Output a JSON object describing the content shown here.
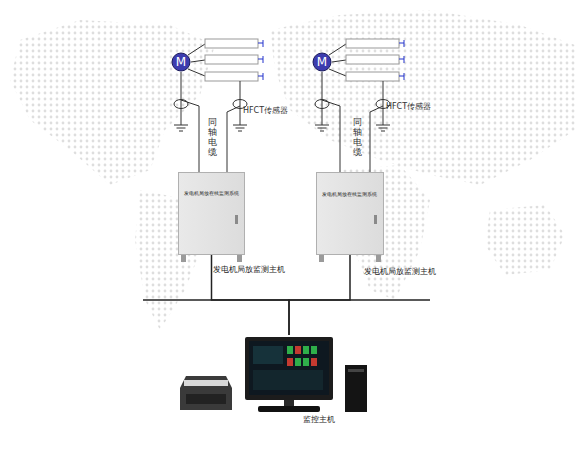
{
  "diagram": {
    "nodes": [
      {
        "text": [
          "M"
        ]
      },
      {
        "text": [
          "发电机局放在线监测系统",
          "发电机局放监测主机"
        ]
      },
      {
        "text": [
          "M"
        ]
      },
      {
        "text": [
          "发电机局放在线监测系统",
          "发电机局放监测主机"
        ]
      },
      {
        "text": [
          "监控主机"
        ]
      }
    ],
    "edges": [
      {
        "from": 0,
        "to": 1,
        "arrow": "none"
      },
      {
        "from": 2,
        "to": 3,
        "arrow": "none"
      },
      {
        "from": 1,
        "to": 4,
        "arrow": "none"
      },
      {
        "from": 3,
        "to": 4,
        "arrow": "none"
      }
    ],
    "labels": [
      "HFCT传感器",
      "同轴电缆",
      "HFCT传感器",
      "同轴电缆"
    ]
  }
}
